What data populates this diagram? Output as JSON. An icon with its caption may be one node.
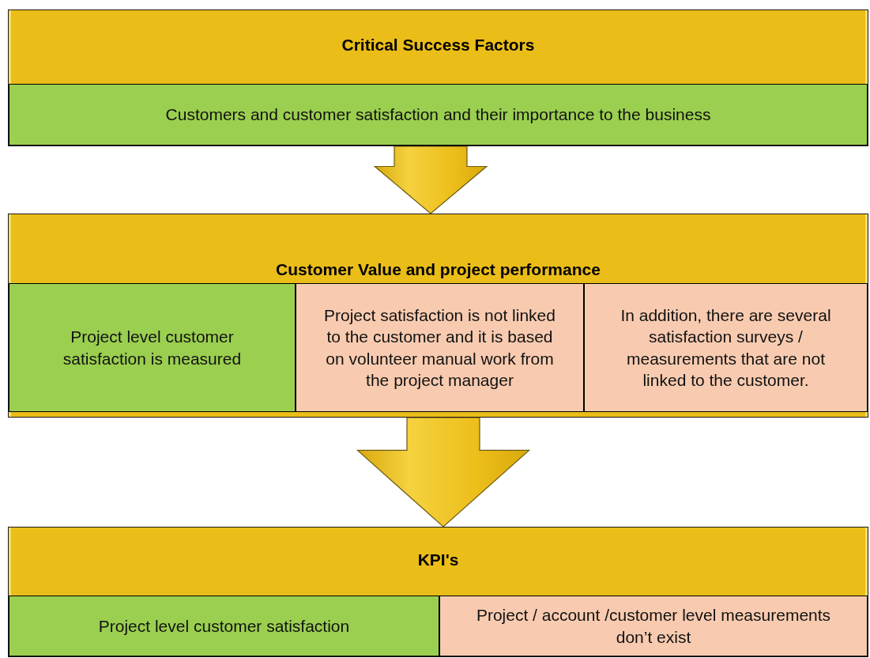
{
  "diagram": {
    "nodes": [
      {
        "text": [
          "Critical Success Factors"
        ]
      },
      {
        "text": [
          "Customers and customer satisfaction and their importance to the business"
        ],
        "in": 0
      },
      {
        "text": [
          "Customer Value and project performance"
        ]
      },
      {
        "text": [
          "Project level customer satisfaction is measured"
        ],
        "in": 2
      },
      {
        "text": [
          "Project satisfaction is not linked to the customer and it is based on volunteer manual work from the project manager"
        ],
        "in": 2
      },
      {
        "text": [
          "In addition, there are several satisfaction surveys / measurements that are not linked to the customer."
        ],
        "in": 2
      },
      {
        "text": [
          "KPI's"
        ]
      },
      {
        "text": [
          "Project level customer satisfaction"
        ],
        "in": 6
      },
      {
        "text": [
          "Project / account /customer level measurements don’t exist"
        ],
        "in": 6
      }
    ],
    "edges": [
      {
        "from": 0,
        "to": 2,
        "arrow": "to",
        "style": "thick"
      },
      {
        "from": 2,
        "to": 6,
        "arrow": "to",
        "style": "thick"
      }
    ]
  }
}
